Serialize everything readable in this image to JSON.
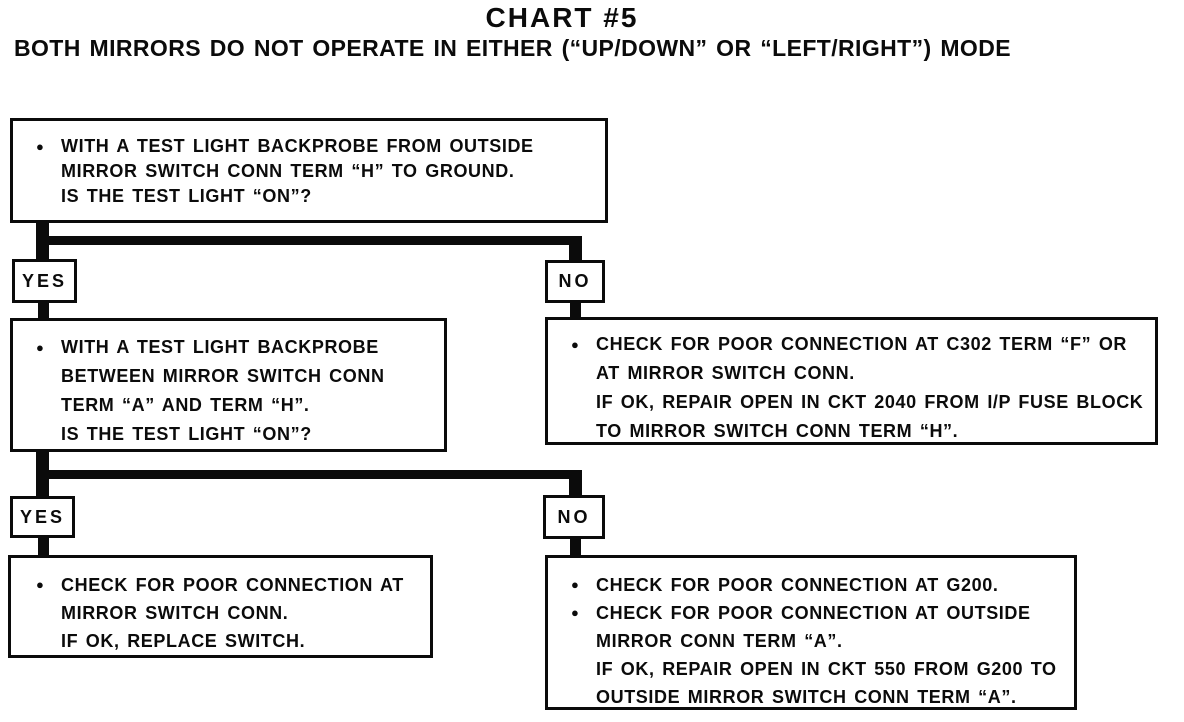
{
  "title": "CHART #5",
  "subtitle": "BOTH MIRRORS DO NOT OPERATE IN EITHER (“UP/DOWN” OR “LEFT/RIGHT”) MODE",
  "branch_labels": {
    "yes": "YES",
    "no": "NO"
  },
  "icons": {
    "bullet": "●"
  },
  "colors": {
    "ink": "#0b0b0b",
    "paper": "#ffffff"
  },
  "flow": {
    "q1": {
      "lines": [
        "WITH A TEST LIGHT BACKPROBE FROM OUTSIDE",
        "MIRROR SWITCH CONN TERM “H” TO GROUND.",
        "IS THE TEST LIGHT “ON”?"
      ]
    },
    "q2_yes": {
      "lines": [
        "WITH A TEST LIGHT BACKPROBE",
        "BETWEEN MIRROR SWITCH CONN",
        "TERM “A” AND TERM “H”.",
        "IS THE TEST LIGHT “ON”?"
      ]
    },
    "a_no1": {
      "lines": [
        "CHECK FOR POOR CONNECTION AT C302 TERM “F” OR",
        "AT MIRROR SWITCH CONN.",
        "IF OK, REPAIR OPEN IN CKT 2040 FROM I/P FUSE BLOCK",
        "TO MIRROR SWITCH CONN TERM “H”."
      ]
    },
    "a_yes2": {
      "lines": [
        "CHECK FOR POOR CONNECTION AT",
        "MIRROR SWITCH CONN.",
        "IF OK, REPLACE SWITCH."
      ]
    },
    "a_no2": {
      "bullet1_lines": [
        "CHECK FOR POOR CONNECTION AT G200."
      ],
      "bullet2_lines": [
        "CHECK FOR POOR CONNECTION AT OUTSIDE",
        "MIRROR CONN TERM “A”.",
        "IF OK, REPAIR OPEN IN CKT 550 FROM G200 TO",
        "OUTSIDE MIRROR SWITCH CONN TERM “A”."
      ]
    }
  }
}
